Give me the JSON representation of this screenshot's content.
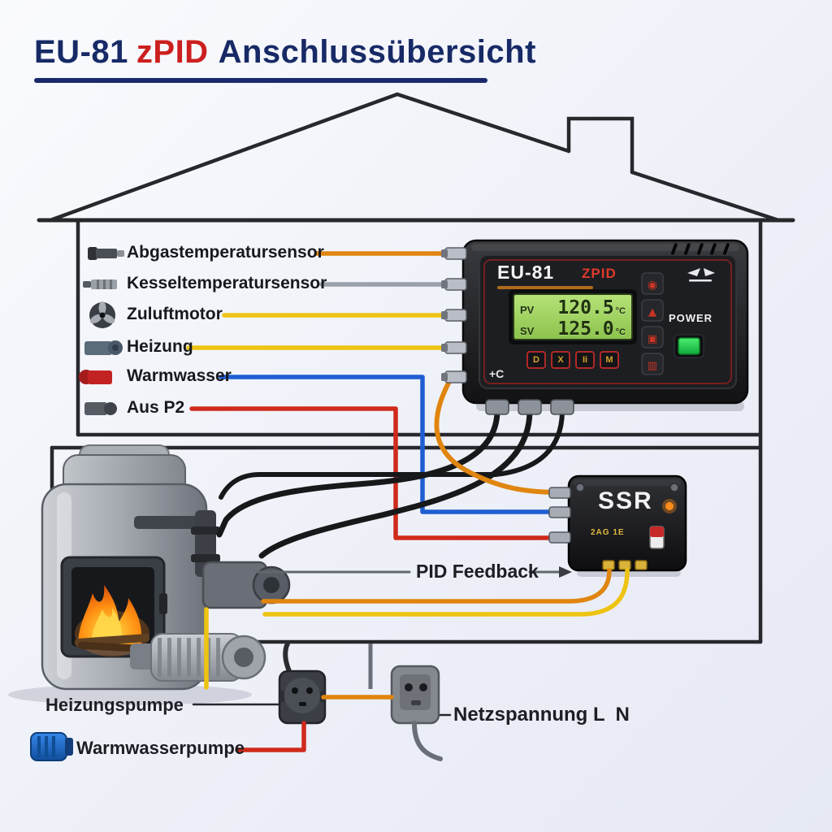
{
  "title": {
    "model": "EU-81",
    "variant": "zPID",
    "suffix": "Anschlussübersicht"
  },
  "colors": {
    "navy": "#1b2a6b",
    "orange": "#e0850f",
    "yellow": "#eec312",
    "blue": "#1f5ed2",
    "red": "#cf2a1b",
    "black": "#17181a",
    "gray": "#8a909a",
    "line": "#26282c",
    "green": "#2ddb55"
  },
  "legend": {
    "items": [
      {
        "label": "Abgastemperatursensor",
        "wire_color": "#e0850f",
        "icon": "exhaust-sensor-icon"
      },
      {
        "label": "Kesseltemperatursensor",
        "wire_color": "#9aa0aa",
        "icon": "boiler-sensor-icon"
      },
      {
        "label": "Zuluftmotor",
        "wire_color": "#eec312",
        "icon": "fan-icon"
      },
      {
        "label": "Heizung",
        "wire_color": "#eec312",
        "icon": "heating-fitting-icon"
      },
      {
        "label": "Warmwasser",
        "wire_color": "#1f5ed2",
        "icon": "hot-water-fitting-icon"
      },
      {
        "label": "Aus P2",
        "wire_color": "#cf2a1b",
        "icon": "output-plug-icon"
      }
    ]
  },
  "controller": {
    "brand": "EU-81",
    "model": "ZPID",
    "power_label": "POWER",
    "corner_label": "+C",
    "display": {
      "rows": [
        {
          "label": "PV",
          "value": "120.5",
          "unit": "°C"
        },
        {
          "label": "SV",
          "value": "125.0",
          "unit": "°C"
        }
      ]
    },
    "side_buttons": [
      {
        "name": "alarm-icon",
        "glyph": "◉"
      },
      {
        "name": "up-icon",
        "glyph": "▲"
      },
      {
        "name": "menu-icon",
        "glyph": "▣"
      },
      {
        "name": "fuel-icon",
        "glyph": "▥"
      }
    ],
    "bottom_buttons": [
      "D",
      "X",
      "Ii",
      "M"
    ]
  },
  "ssr": {
    "label": "SSR",
    "sub_label": "2AG 1E"
  },
  "annotations": {
    "pid_feedback": "PID Feedback",
    "heizungspumpe": "Heizungspumpe",
    "warmwasserpumpe": "Warmwasserpumpe",
    "netzspannung": "Netzspannung L  N"
  }
}
